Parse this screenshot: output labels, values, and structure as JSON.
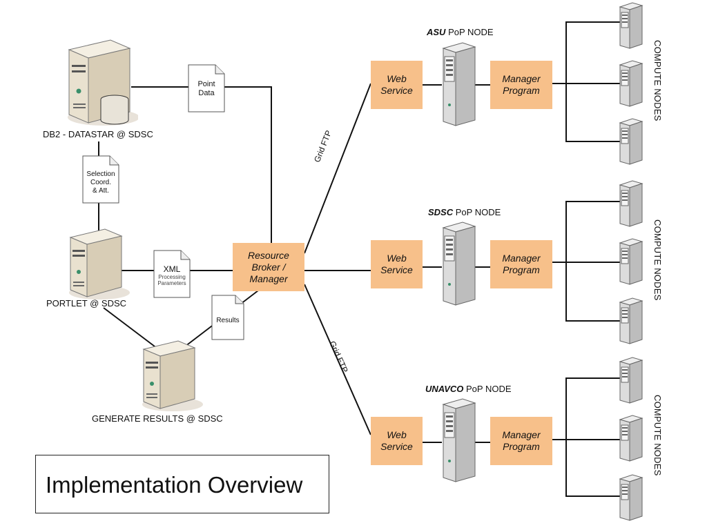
{
  "title": "Implementation Overview",
  "servers": {
    "db2": "DB2 - DATASTAR @ SDSC",
    "portlet": "PORTLET @ SDSC",
    "generate": "GENERATE RESULTS @ SDSC"
  },
  "documents": {
    "point_data": [
      "Point",
      "Data"
    ],
    "selection": [
      "Selection",
      "Coord.",
      "& Att."
    ],
    "xml": [
      "XML",
      "Processing",
      "Parameters"
    ],
    "results": [
      "Results"
    ]
  },
  "broker": [
    "Resource",
    "Broker /",
    "Manager"
  ],
  "grid_ftp_top": "Grid FTP",
  "grid_ftp_bottom": "Grid FTP",
  "nodes": [
    {
      "name": "ASU",
      "suffix": "PoP NODE",
      "web": [
        "Web",
        "Service"
      ],
      "manager": [
        "Manager",
        "Program"
      ],
      "compute": "COMPUTE NODES"
    },
    {
      "name": "SDSC",
      "suffix": "PoP NODE",
      "web": [
        "Web",
        "Service"
      ],
      "manager": [
        "Manager",
        "Program"
      ],
      "compute": "COMPUTE NODES"
    },
    {
      "name": "UNAVCO",
      "suffix": "PoP NODE",
      "web": [
        "Web",
        "Service"
      ],
      "manager": [
        "Manager",
        "Program"
      ],
      "compute": "COMPUTE NODES"
    }
  ],
  "colors": {
    "box_fill": "#f7c08a",
    "line": "#111111"
  }
}
